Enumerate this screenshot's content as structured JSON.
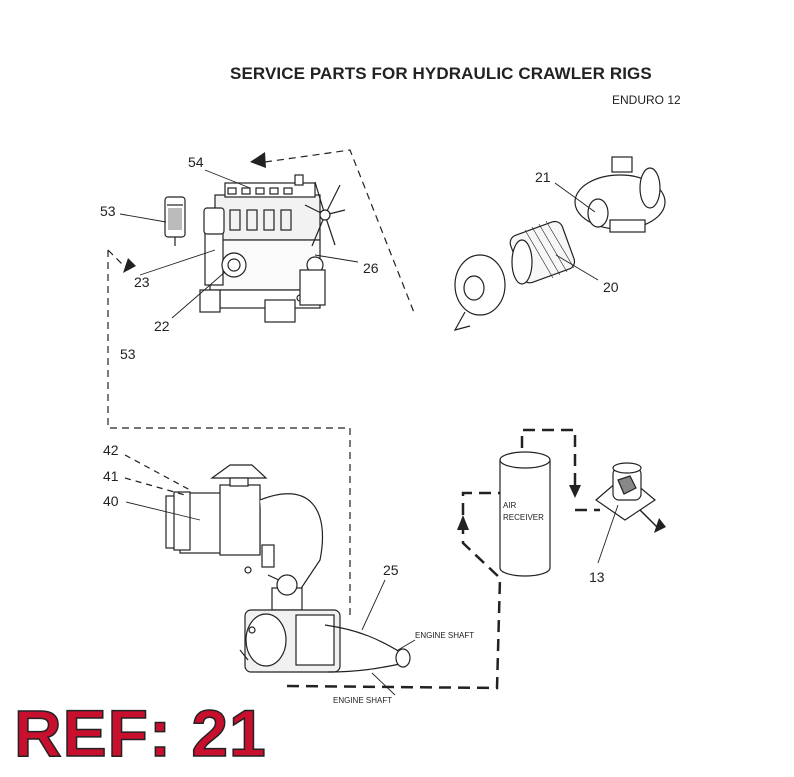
{
  "header": {
    "title": "SERVICE PARTS FOR HYDRAULIC CRAWLER RIGS",
    "model": "ENDURO 12"
  },
  "callouts": {
    "c54": "54",
    "c53a": "53",
    "c23": "23",
    "c22": "22",
    "c26": "26",
    "c53b": "53",
    "c21": "21",
    "c20": "20",
    "c42": "42",
    "c41": "41",
    "c40": "40",
    "c25": "25",
    "c13": "13"
  },
  "labels": {
    "air_receiver_line1": "AIR",
    "air_receiver_line2": "RECEIVER",
    "engine_shaft_upper": "ENGINE SHAFT",
    "engine_shaft_lower": "ENGINE SHAFT"
  },
  "reference": "REF: 21",
  "colors": {
    "reference_fill": "#c8102e",
    "line": "#222222"
  }
}
